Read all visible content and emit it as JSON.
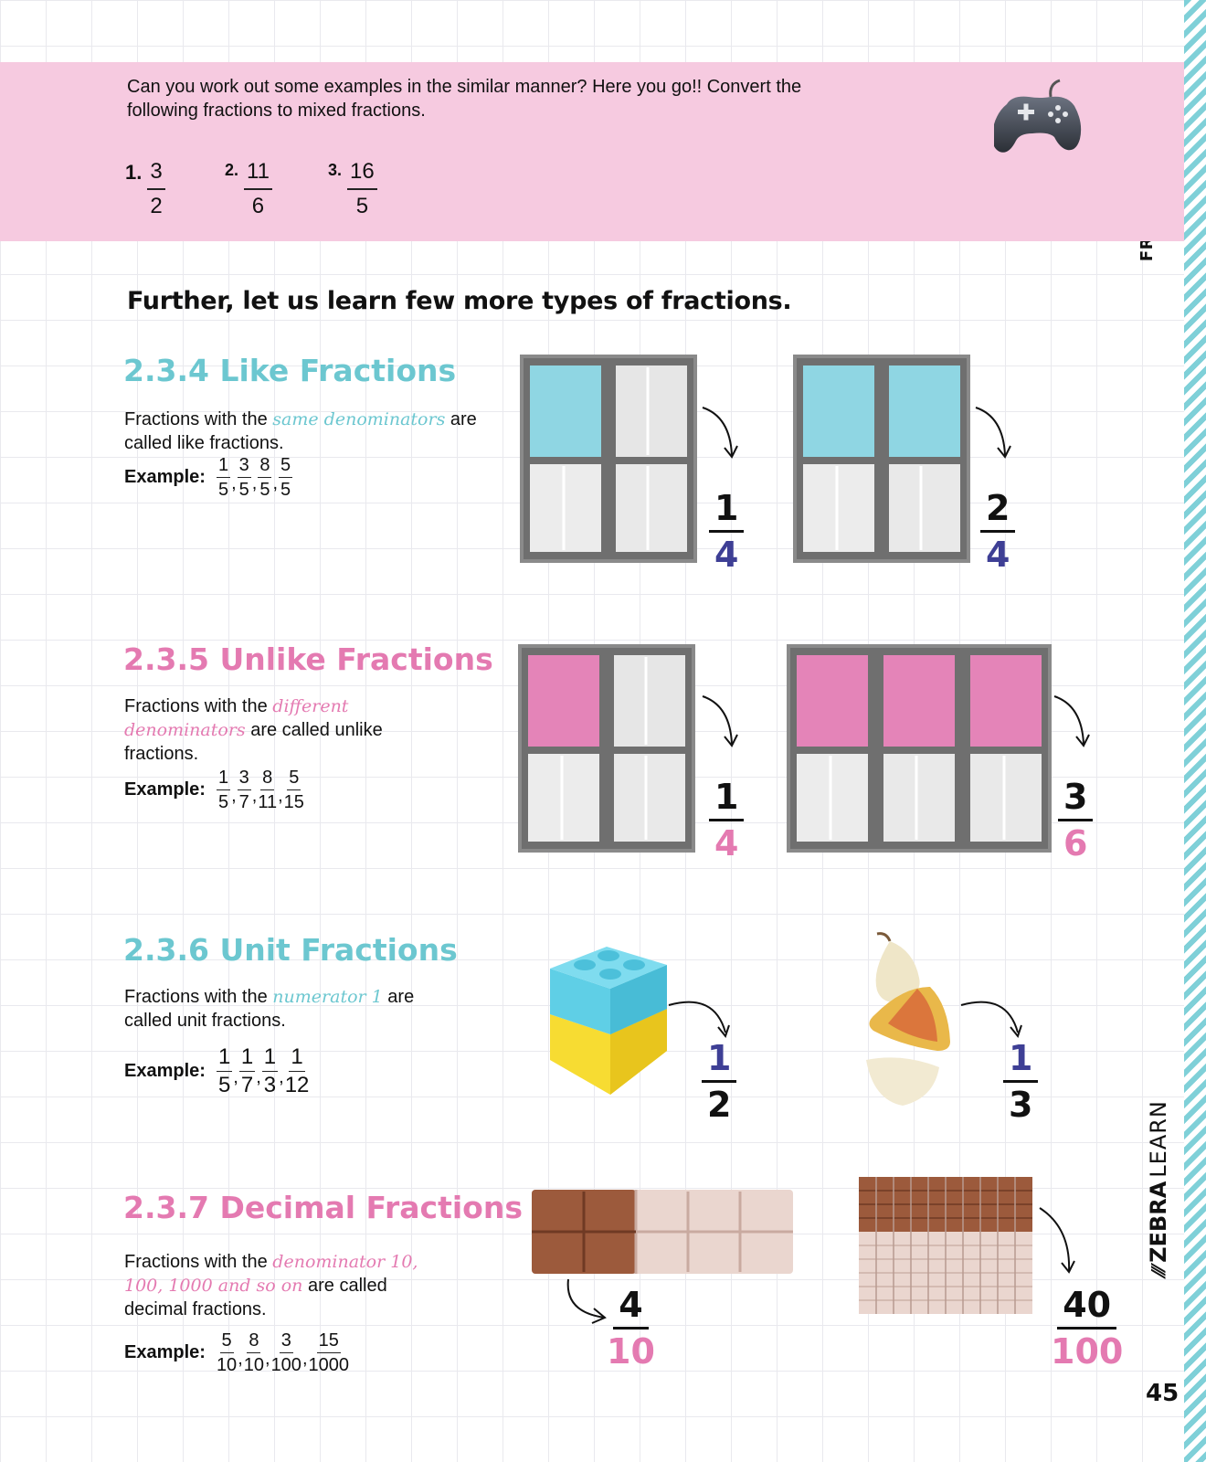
{
  "side_title": "FRACTIONS AND DECIMALS",
  "brand": {
    "bold": "ZEBRA",
    "light": "LEARN"
  },
  "page_number": "45",
  "exercise_box": {
    "text": "Can you work out some examples in the similar manner? Here you go!! Convert the following fractions to mixed fractions.",
    "items": [
      {
        "label": "1.",
        "num": "3",
        "den": "2"
      },
      {
        "label": "2.",
        "num": "11",
        "den": "6"
      },
      {
        "label": "3.",
        "num": "16",
        "den": "5"
      }
    ],
    "icon": "gamepad-icon"
  },
  "subheading": "Further, let us learn few more types of fractions.",
  "sections": {
    "like": {
      "title": "2.3.4 Like Fractions",
      "desc_prefix": "Fractions with the ",
      "desc_highlight": "same denominators",
      "desc_suffix": " are called like fractions.",
      "example_label": "Example:",
      "examples": [
        {
          "n": "1",
          "d": "5"
        },
        {
          "n": "3",
          "d": "5"
        },
        {
          "n": "8",
          "d": "5"
        },
        {
          "n": "5",
          "d": "5"
        }
      ],
      "figures": [
        {
          "n": "1",
          "d": "4"
        },
        {
          "n": "2",
          "d": "4"
        }
      ]
    },
    "unlike": {
      "title": "2.3.5 Unlike Fractions",
      "desc_prefix": "Fractions with the ",
      "desc_highlight": "different denominators",
      "desc_suffix": " are called unlike fractions.",
      "example_label": "Example:",
      "examples": [
        {
          "n": "1",
          "d": "5"
        },
        {
          "n": "3",
          "d": "7"
        },
        {
          "n": "8",
          "d": "11"
        },
        {
          "n": "5",
          "d": "15"
        }
      ],
      "figures": [
        {
          "n": "1",
          "d": "4"
        },
        {
          "n": "3",
          "d": "6"
        }
      ]
    },
    "unit": {
      "title": "2.3.6 Unit Fractions",
      "desc_prefix": "Fractions with the ",
      "desc_highlight": "numerator 1",
      "desc_suffix": " are called unit fractions.",
      "example_label": "Example:",
      "examples": [
        {
          "n": "1",
          "d": "5"
        },
        {
          "n": "1",
          "d": "7"
        },
        {
          "n": "1",
          "d": "3"
        },
        {
          "n": "1",
          "d": "12"
        }
      ],
      "figures": [
        {
          "n": "1",
          "d": "2"
        },
        {
          "n": "1",
          "d": "3"
        }
      ]
    },
    "decimal": {
      "title": "2.3.7 Decimal Fractions",
      "desc_prefix": "Fractions with the ",
      "desc_highlight": "denominator 10, 100, 1000 and so on",
      "desc_suffix": " are called decimal fractions.",
      "example_label": "Example:",
      "examples": [
        {
          "n": "5",
          "d": "10"
        },
        {
          "n": "8",
          "d": "10"
        },
        {
          "n": "3",
          "d": "100"
        },
        {
          "n": "15",
          "d": "1000"
        }
      ],
      "figures": [
        {
          "n": "4",
          "d": "10"
        },
        {
          "n": "40",
          "d": "100"
        }
      ]
    }
  },
  "colors": {
    "teal": "#6cc7d0",
    "pink": "#e47ab1",
    "navy": "#3e3f95",
    "band": "#f6cae0"
  }
}
